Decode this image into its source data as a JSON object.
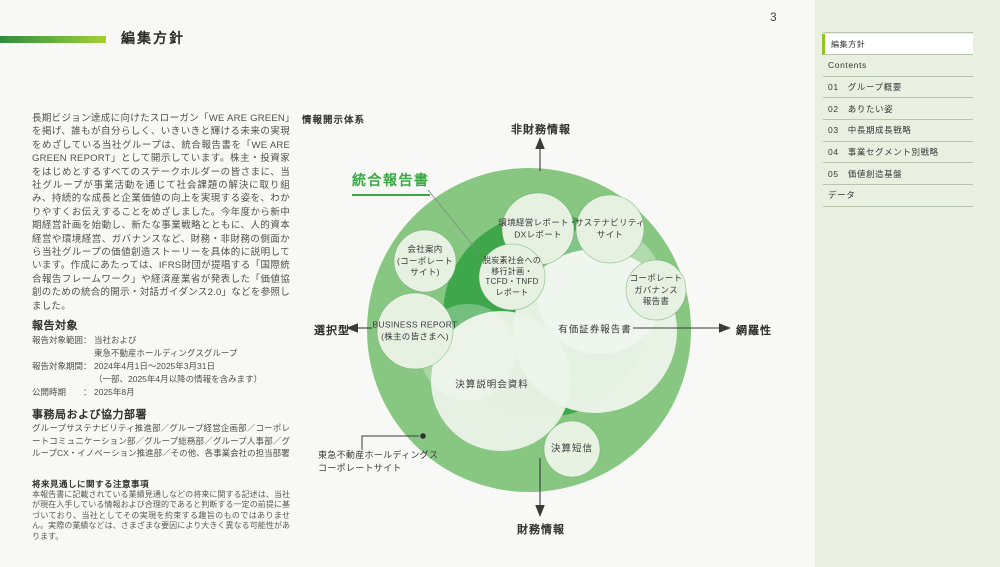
{
  "page": {
    "number": "3"
  },
  "header": {
    "title": "編集方針"
  },
  "intro": {
    "text": "長期ビジョン達成に向けたスローガン「WE ARE GREEN」を掲げ、誰もが自分らしく、いきいきと輝ける未来の実現をめざしている当社グループは、統合報告書を「WE ARE GREEN REPORT」として開示しています。株主・投資家をはじめとするすべてのステークホルダーの皆さまに、当社グループが事業活動を通じて社会課題の解決に取り組み、持続的な成長と企業価値の向上を実現する姿を、わかりやすくお伝えすることをめざしました。今年度から新中期経営計画を始動し、新たな事業戦略とともに、人的資本経営や環境経営、ガバナンスなど、財務・非財務の側面から当社グループの価値創造ストーリーを具体的に説明しています。作成にあたっては、IFRS財団が提唱する「国際統合報告フレームワーク」や経済産業省が発表した「価値協創のための統合的開示・対話ガイダンス2.0」などを参照しました。"
  },
  "report_scope": {
    "heading": "報告対象",
    "rows": [
      {
        "label": "報告対象範囲：",
        "value": "当社および\n東急不動産ホールディングスグループ"
      },
      {
        "label": "報告対象期間：",
        "value": "2024年4月1日～2025年3月31日\n（一部、2025年4月以降の情報を含みます）"
      },
      {
        "label": "公開時期　　：",
        "value": "2025年8月"
      }
    ]
  },
  "secretariat": {
    "heading": "事務局および協力部署",
    "text": "グループサステナビリティ推進部／グループ経営企画部／コーポレートコミュニケーション部／グループ総務部／グループ人事部／グループCX・イノベーション推進部／その他、各事業会社の担当部署"
  },
  "forward_looking": {
    "heading": "将来見通しに関する注意事項",
    "text": "本報告書に記載されている業績見通しなどの将来に関する記述は、当社が現在入手している情報および合理的であると判断する一定の前提に基づいており、当社としてその実現を約束する趣旨のものではありません。実際の業績などは、さまざまな要因により大きく異なる可能性があります。"
  },
  "diagram": {
    "title": "情報開示体系",
    "integrated_report": "統合報告書",
    "axis_top": "非財務情報",
    "axis_bottom": "財務情報",
    "axis_left": "選択型",
    "axis_right": "網羅性",
    "corporate_site_note": "東急不動産ホールディングス\nコーポレートサイト",
    "circles": {
      "company_guide": "会社案内\n(コーポレート\nサイト)",
      "env_dx": "環境経営レポート・\nDXレポート",
      "sustainability_site": "サステナビリティ\nサイト",
      "decarbonization": "脱炭素社会への\n移行計画・\nTCFD・TNFD\nレポート",
      "governance_report": "コーポレート\nガバナンス\n報告書",
      "business_report": "BUSINESS REPORT\n(株主の皆さまへ)",
      "securities_report": "有価証券報告書",
      "results_briefing": "決算説明会資料",
      "tanshin": "決算短信"
    }
  },
  "sidebar": {
    "active_item": "編集方針",
    "items": [
      "Contents",
      "01　グループ概要",
      "02　ありたい姿",
      "03　中長期成長戦略",
      "04　事業セグメント別戦略",
      "05　価値創造基盤",
      "データ"
    ]
  },
  "colors": {
    "accent_green": "#3aa845",
    "outer_circle": "#87c781",
    "inner_circle": "#3ea74b",
    "pale_circle": "#e6f1e2",
    "sidebar_bg": "#e9efe1",
    "active_bar": "#8fc31f",
    "header_gradient_start": "#2e8b3f",
    "header_gradient_end": "#a5ce36"
  }
}
